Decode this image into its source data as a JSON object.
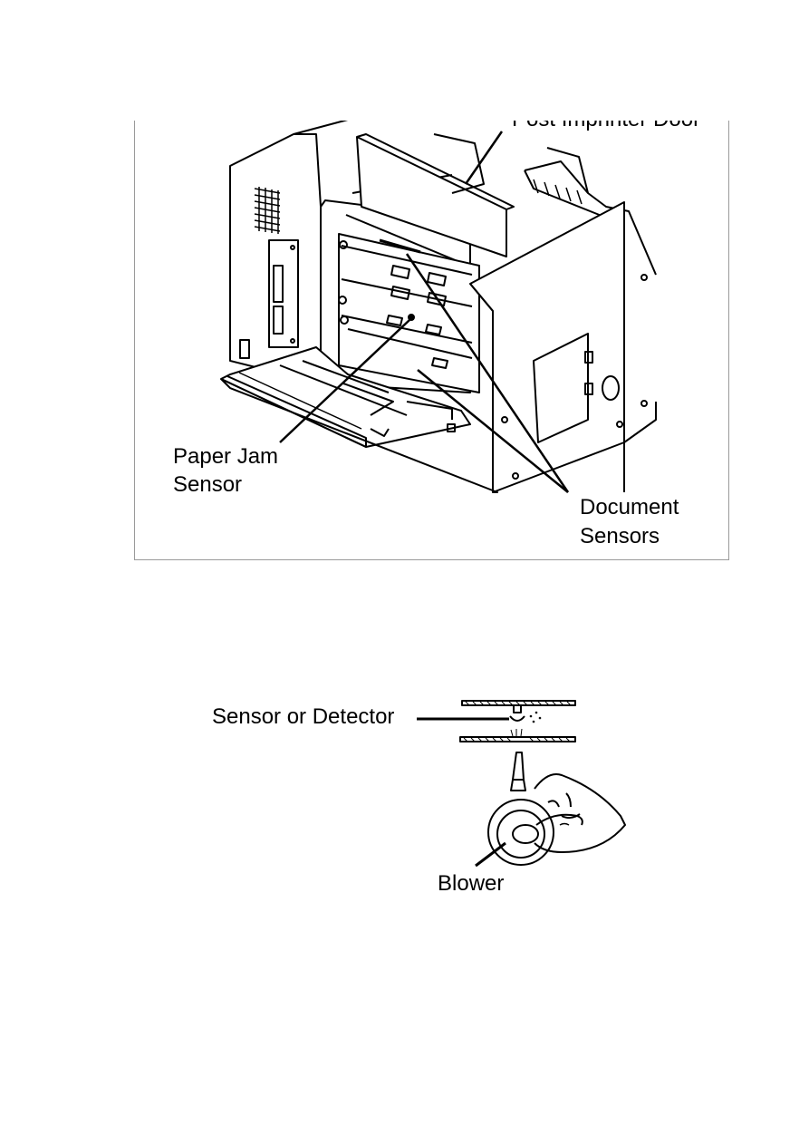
{
  "figure1": {
    "labels": {
      "post_imprinter_door": "Post Imprinter Door",
      "paper_jam_sensor_line1": "Paper Jam",
      "paper_jam_sensor_line2": "Sensor",
      "document_sensors_line1": "Document",
      "document_sensors_line2": "Sensors"
    }
  },
  "figure2": {
    "labels": {
      "sensor_or_detector": "Sensor or Detector",
      "blower": "Blower"
    }
  }
}
